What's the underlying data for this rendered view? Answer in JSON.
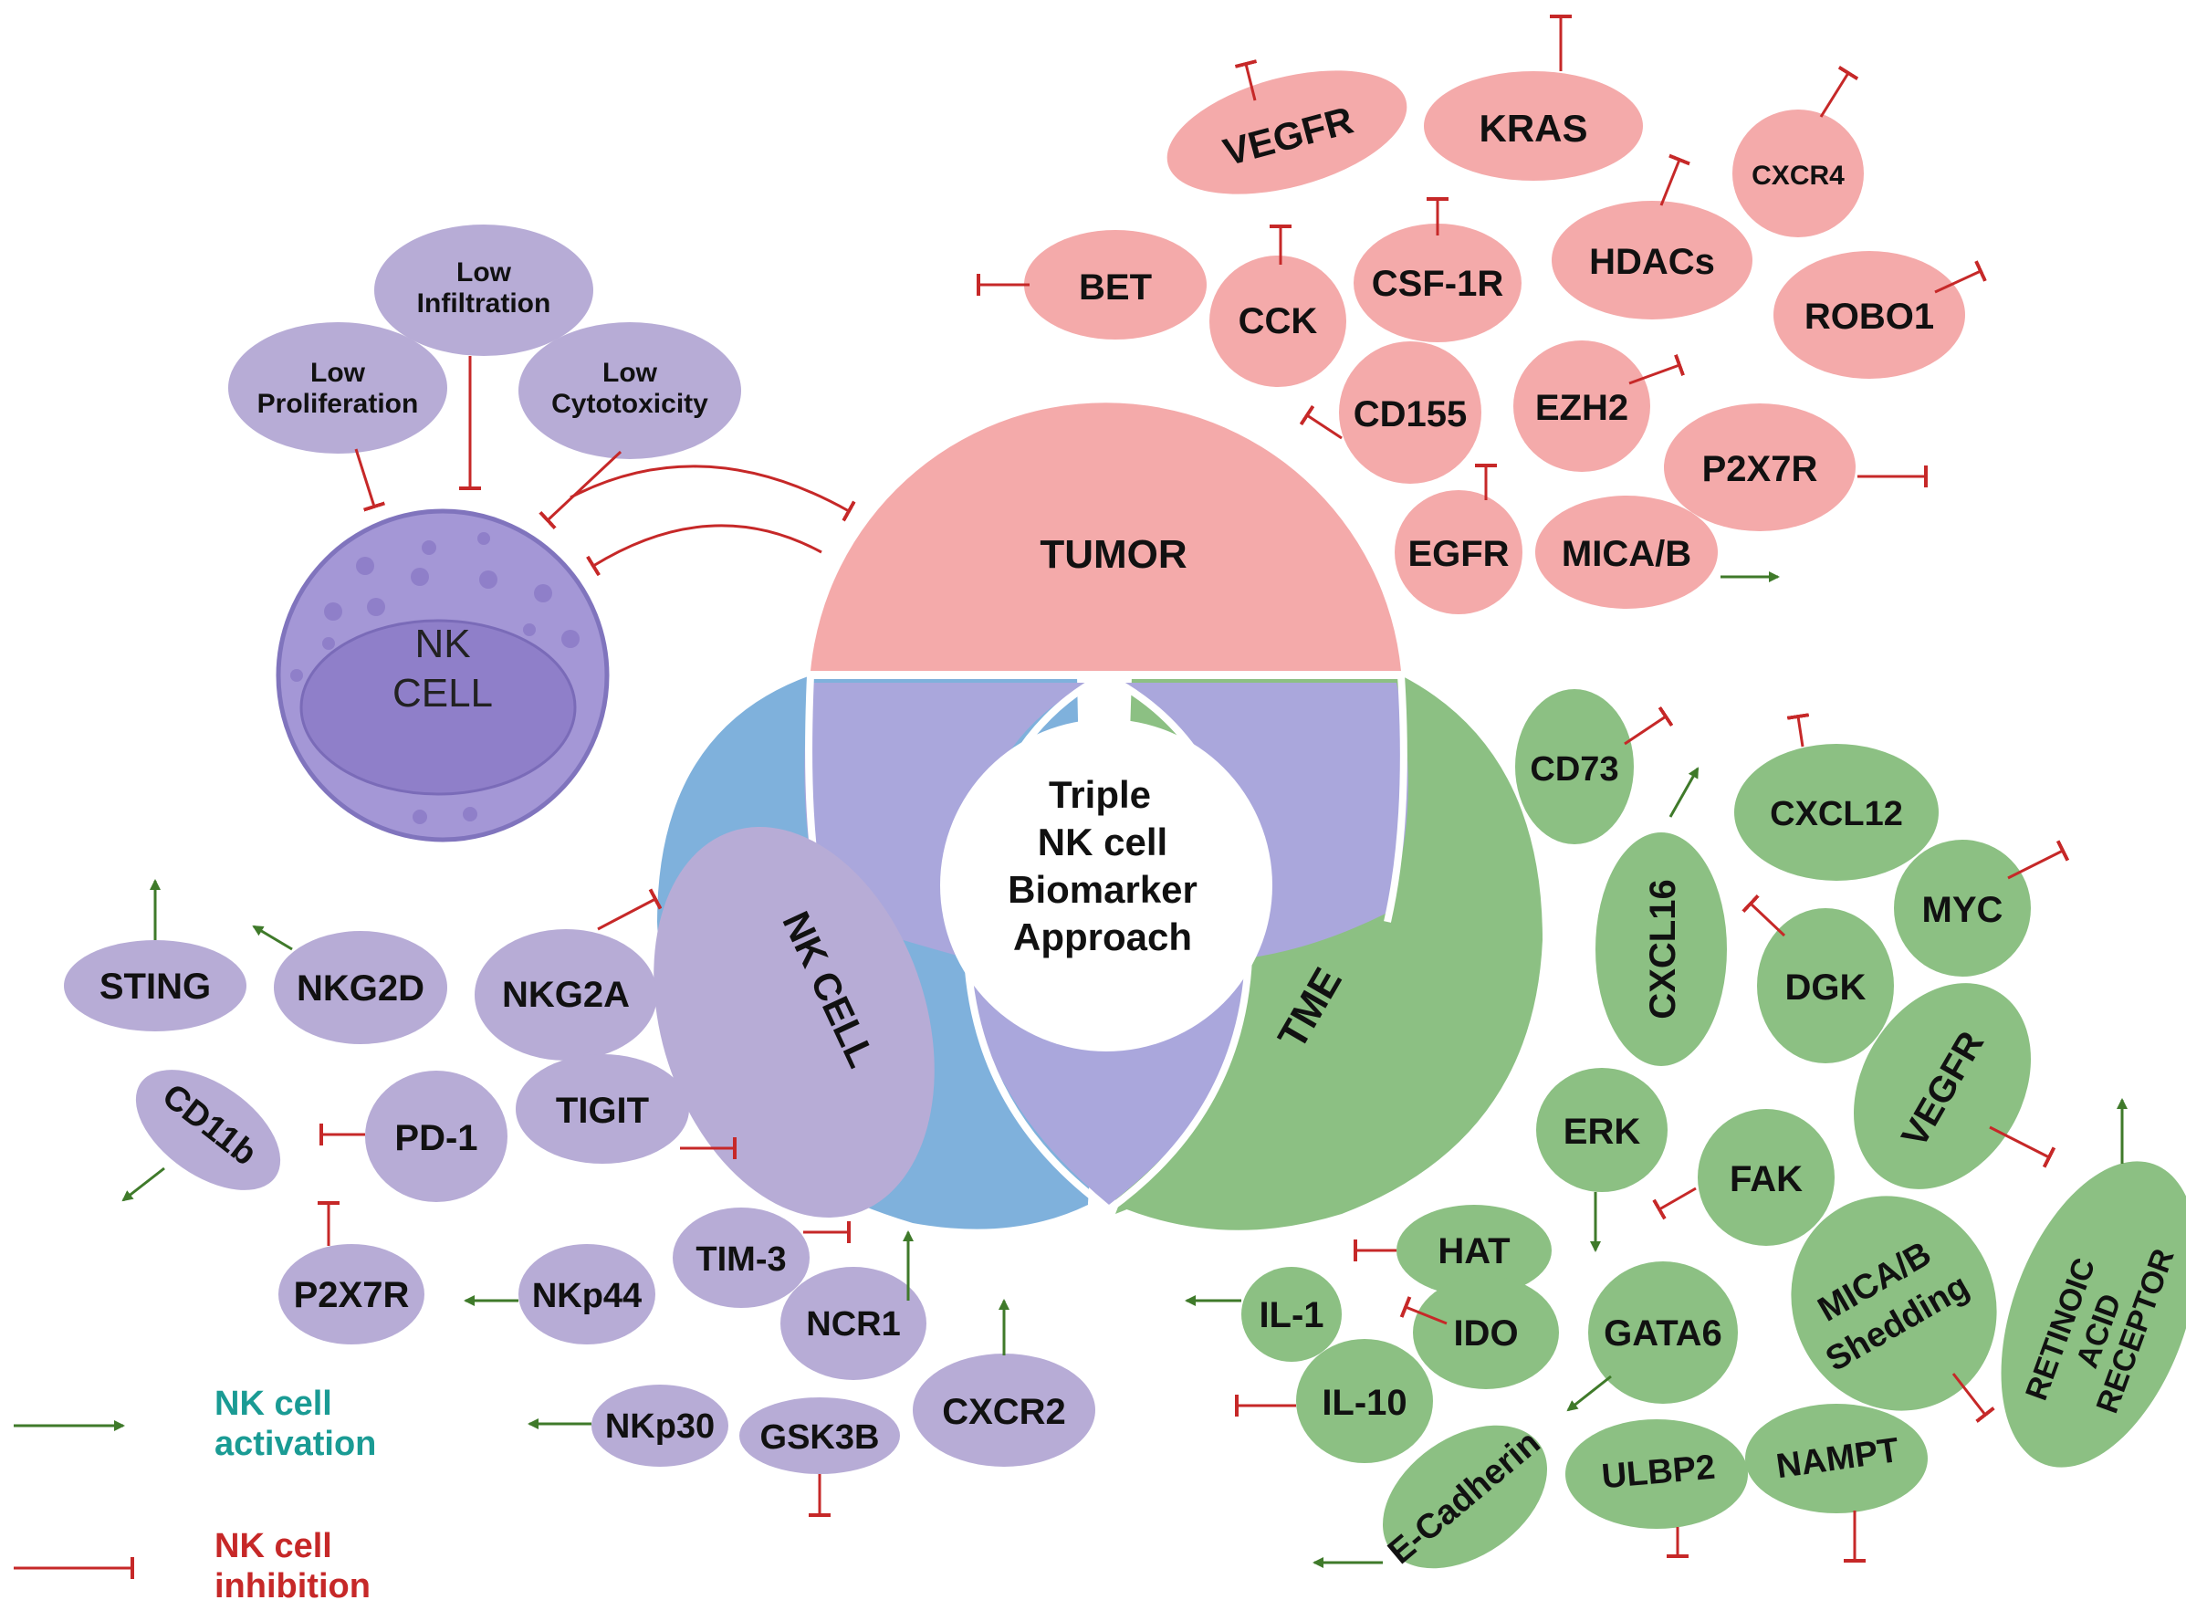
{
  "center": {
    "line1": "Triple",
    "line2": "NK cell",
    "line3": "Biomarker",
    "line4": "Approach"
  },
  "sections": {
    "tumor": "TUMOR",
    "nk": "NK CELL",
    "tme": "TME"
  },
  "nk_cell": {
    "line1": "NK",
    "line2": "CELL"
  },
  "nk_states": [
    {
      "line1": "Low",
      "line2": "Infiltration"
    },
    {
      "line1": "Low",
      "line2": "Proliferation"
    },
    {
      "line1": "Low",
      "line2": "Cytotoxicity"
    }
  ],
  "tumor_markers": [
    "VEGFR",
    "KRAS",
    "CXCR4",
    "BET",
    "CCK",
    "CSF-1R",
    "HDACs",
    "ROBO1",
    "CD155",
    "EZH2",
    "P2X7R",
    "EGFR",
    "MICA/B"
  ],
  "nk_markers": [
    "STING",
    "NKG2D",
    "NKG2A",
    "CD11b",
    "PD-1",
    "TIGIT",
    "P2X7R",
    "NKp44",
    "TIM-3",
    "NCR1",
    "CXCR2",
    "NKp30",
    "GSK3B"
  ],
  "tme_markers": [
    "CD73",
    "CXCL12",
    "CXCL16",
    "MYC",
    "DGK",
    "VEGFR",
    "ERK",
    "FAK",
    "HAT",
    "IL-1",
    "IDO",
    "GATA6",
    "IL-10",
    "E-Cadherin",
    "ULBP2",
    "NAMPT"
  ],
  "tme_multiline": {
    "mica_shedding": {
      "line1": "MICA/B",
      "line2": "Shedding"
    },
    "retinoic": {
      "line1": "RETINOIC",
      "line2": "ACID",
      "line3": "RECEPTOR"
    }
  },
  "legend": {
    "activation_line1": "NK cell",
    "activation_line2": "activation",
    "inhibition_line1": "NK cell",
    "inhibition_line2": "inhibition"
  },
  "colors": {
    "tumor": "#f4aaaa",
    "nk": "#b7acd6",
    "tme": "#8cc083",
    "nk_section": "#7fb1dc",
    "overlap": "#aaa7dc",
    "activation": "#3f7a2a",
    "inhibition": "#c62828",
    "legend_activation_text": "#1a9b94",
    "legend_inhibition_text": "#c62828"
  }
}
